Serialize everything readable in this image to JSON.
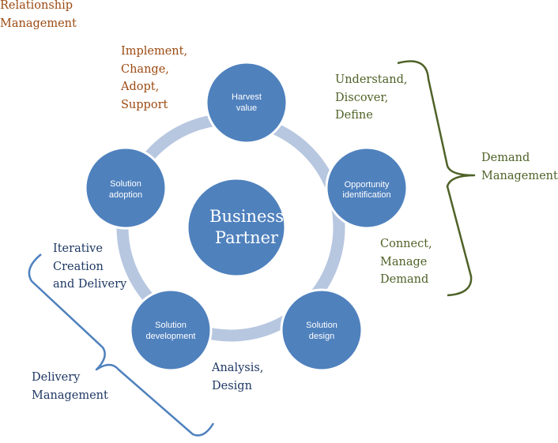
{
  "labels": {
    "relationship_management": "Relationship\nManagement",
    "implement": "Implement,\nChange,\nAdopt,\nSupport",
    "understand": "Understand,\nDiscover,\nDefine",
    "demand_management": "Demand\nManagement",
    "connect": "Connect,\nManage\nDemand",
    "iterative": "Iterative\nCreation\nand Delivery",
    "analysis": "Analysis,\nDesign",
    "delivery_management": "Delivery\nManagement"
  },
  "center": {
    "line1": "Business",
    "line2": "Partner"
  },
  "nodes": {
    "harvest": {
      "line1": "Harvest",
      "line2": "value"
    },
    "opportunity": {
      "line1": "Opportunity",
      "line2": "identification"
    },
    "design": {
      "line1": "Solution",
      "line2": "design"
    },
    "development": {
      "line1": "Solution",
      "line2": "development"
    },
    "adoption": {
      "line1": "Solution",
      "line2": "adoption"
    }
  },
  "colors": {
    "node_fill": "#4f81bd",
    "node_stroke": "#ffffff",
    "ring": "#b8c7e0",
    "orange_text": "#9c4a12",
    "green_brace": "#4f6228",
    "navy_brace": "#1f3864",
    "blue_brace": "#4f81bd"
  }
}
